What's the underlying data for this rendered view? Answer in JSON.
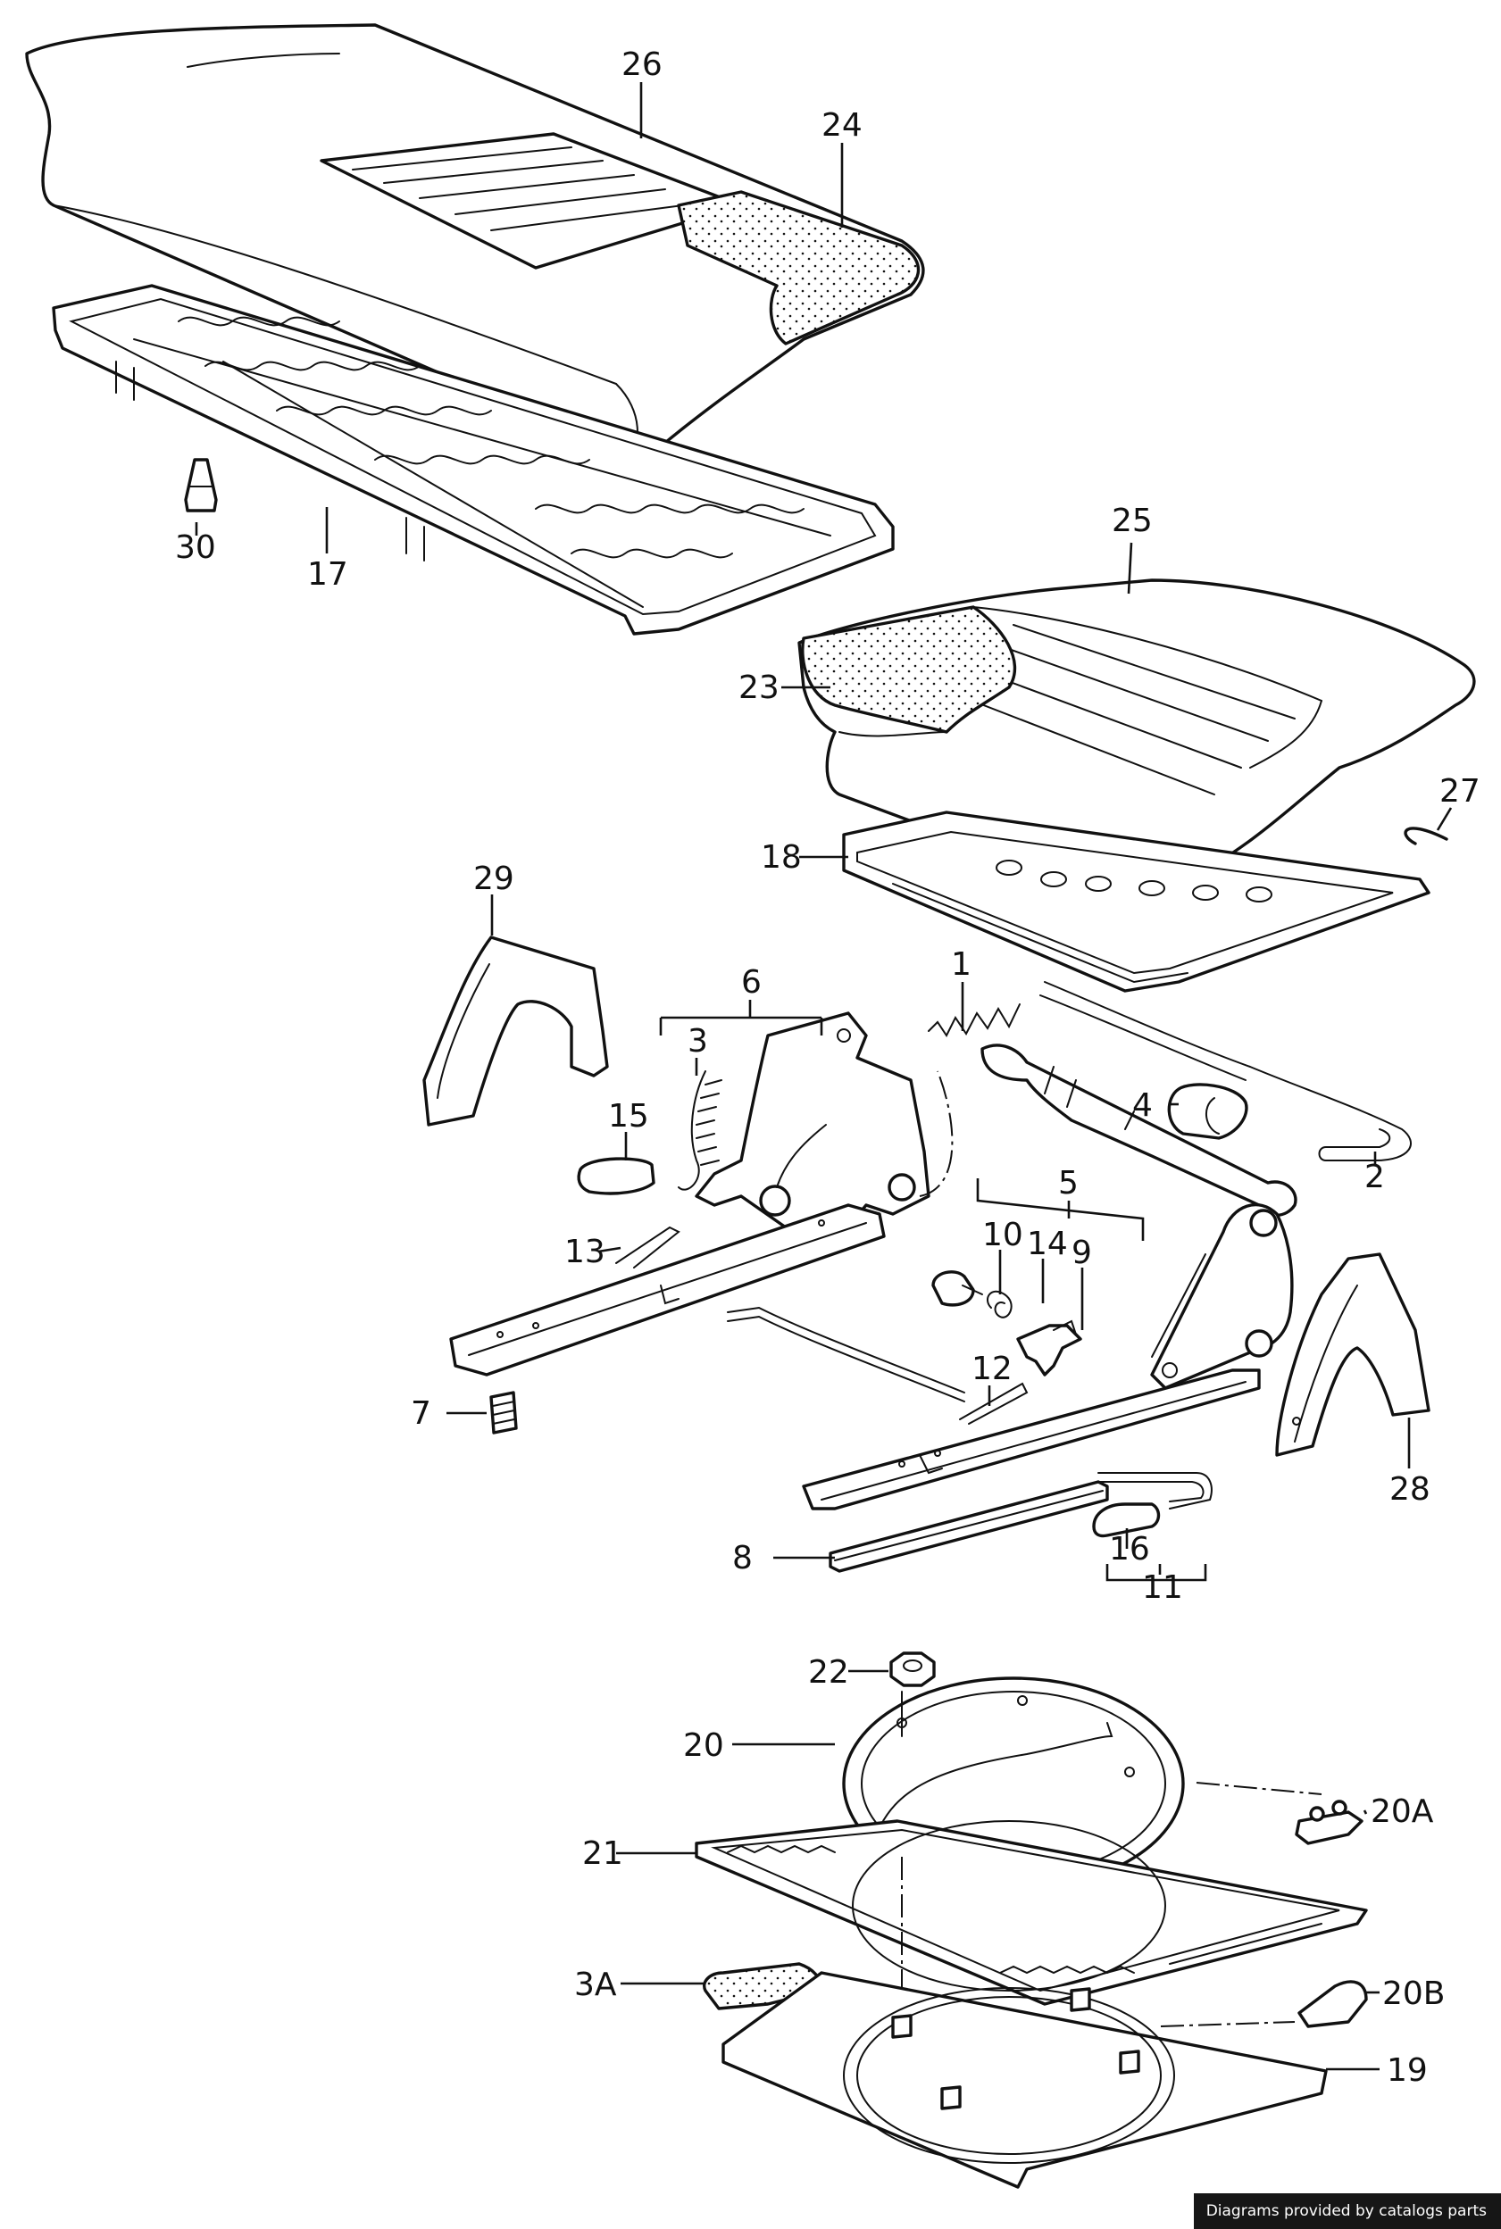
{
  "labels": {
    "p1": "1",
    "p2": "2",
    "p3": "3",
    "p3a": "3A",
    "p4": "4",
    "p5": "5",
    "p6": "6",
    "p7": "7",
    "p8": "8",
    "p9": "9",
    "p10": "10",
    "p11": "11",
    "p12": "12",
    "p13": "13",
    "p14": "14",
    "p15": "15",
    "p16": "16",
    "p17": "17",
    "p18": "18",
    "p19": "19",
    "p20": "20",
    "p20a": "20A",
    "p20b": "20B",
    "p21": "21",
    "p22": "22",
    "p23": "23",
    "p24": "24",
    "p25": "25",
    "p26": "26",
    "p27": "27",
    "p28": "28",
    "p29": "29",
    "p30": "30"
  },
  "credit": "Diagrams provided by catalogs parts"
}
